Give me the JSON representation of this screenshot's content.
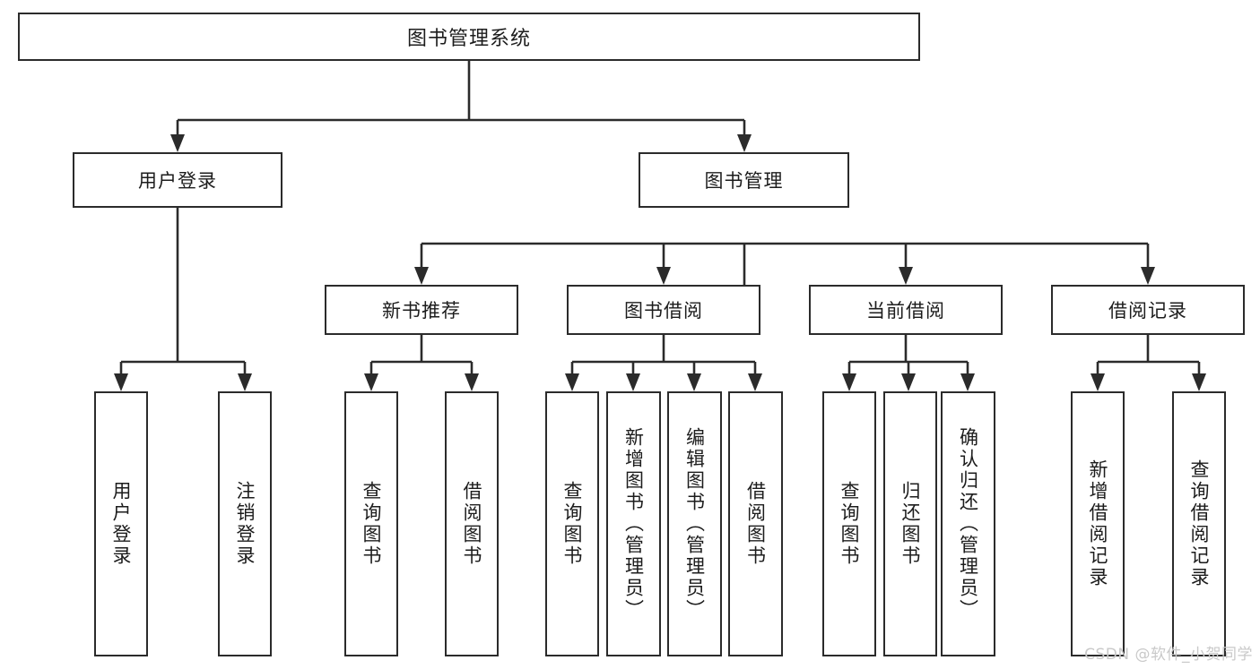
{
  "diagram": {
    "type": "tree",
    "title": "图书管理系统",
    "root": {
      "label": "图书管理系统"
    },
    "level1": [
      {
        "label": "用户登录"
      },
      {
        "label": "图书管理"
      }
    ],
    "level2": [
      {
        "label": "新书推荐",
        "parent": "图书管理"
      },
      {
        "label": "图书借阅",
        "parent": "图书管理"
      },
      {
        "label": "当前借阅",
        "parent": "图书管理"
      },
      {
        "label": "借阅记录",
        "parent": "图书管理"
      }
    ],
    "leaves_user_login": [
      {
        "label": "用户登录"
      },
      {
        "label": "注销登录"
      }
    ],
    "leaves_new_book": [
      {
        "label": "查询图书"
      },
      {
        "label": "借阅图书"
      }
    ],
    "leaves_borrow": [
      {
        "label": "查询图书"
      },
      {
        "label": "新增图书（管理员）"
      },
      {
        "label": "编辑图书（管理员）"
      },
      {
        "label": "借阅图书"
      }
    ],
    "leaves_current": [
      {
        "label": "查询图书"
      },
      {
        "label": "归还图书"
      },
      {
        "label": "确认归还（管理员）"
      }
    ],
    "leaves_record": [
      {
        "label": "新增借阅记录"
      },
      {
        "label": "查询借阅记录"
      }
    ]
  },
  "watermark": {
    "text": "CSDN @软件_小贺同学"
  },
  "colors": {
    "border": "#2b2b2b",
    "background": "#ffffff",
    "text": "#1c1c1c",
    "watermark": "#c9c9c9"
  }
}
